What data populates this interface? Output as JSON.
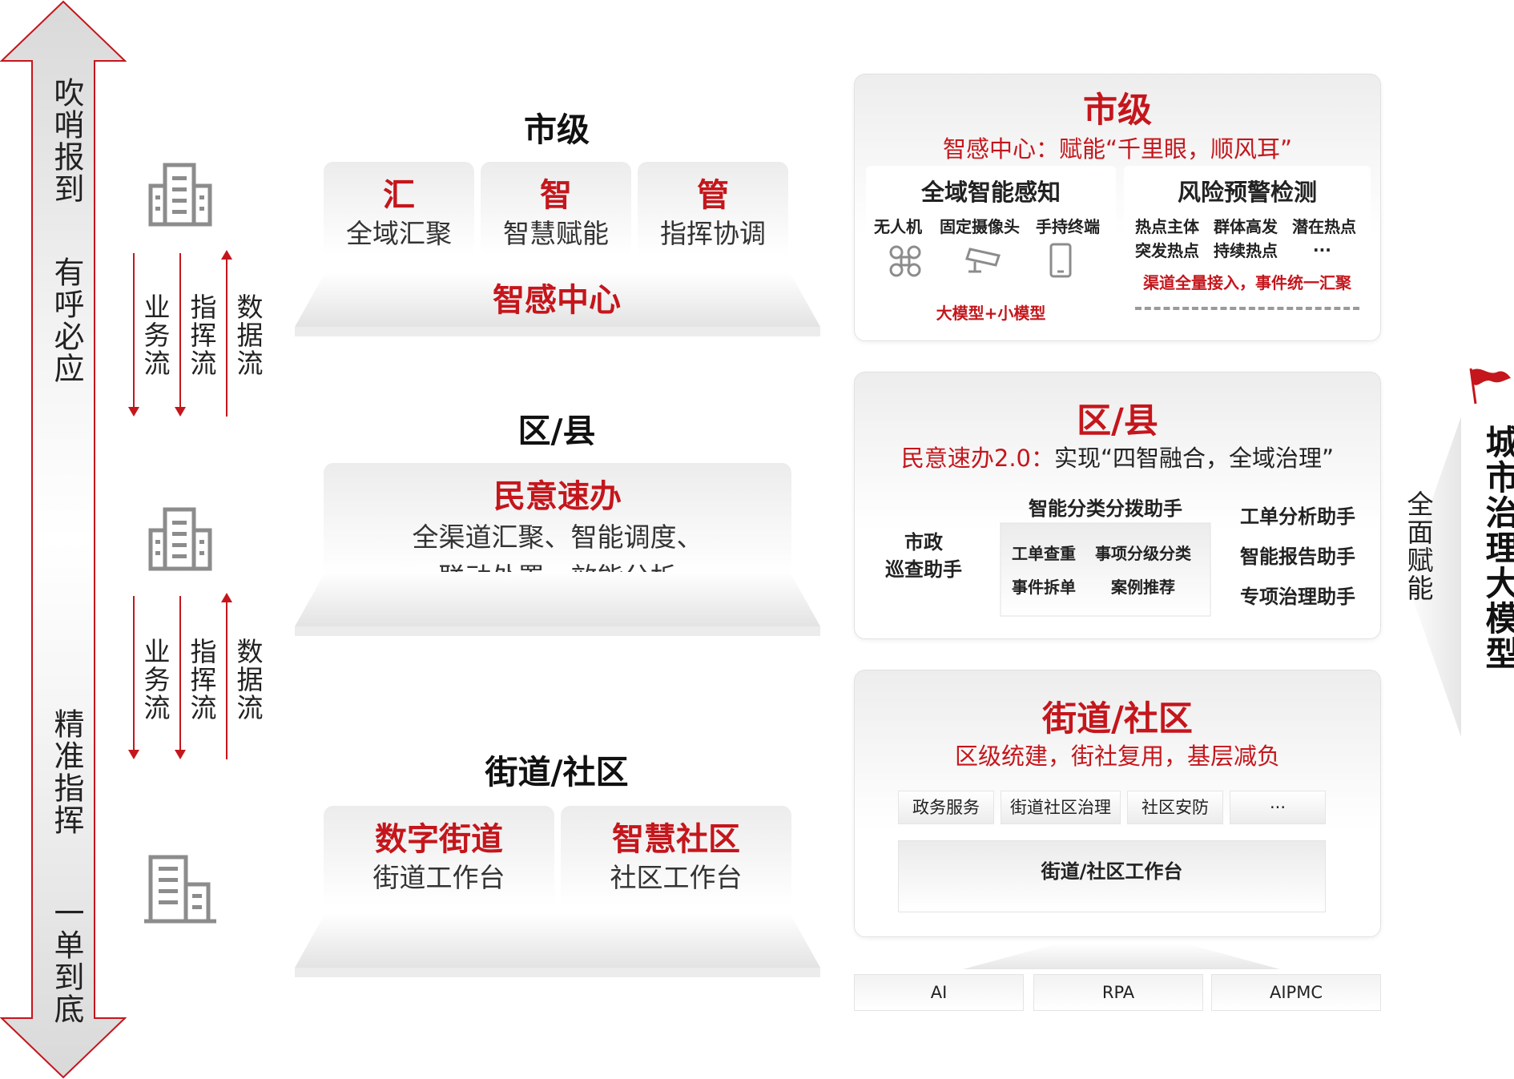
{
  "left_arrow": {
    "top_labels": [
      "吹哨报到",
      "有呼必应"
    ],
    "bottom_labels": [
      "精准指挥",
      "一单到底"
    ]
  },
  "flows": [
    "业务流",
    "指挥流",
    "数据流"
  ],
  "middle": {
    "city": {
      "title": "市级",
      "blocks": [
        {
          "head": "汇",
          "sub": "全域汇聚"
        },
        {
          "head": "智",
          "sub": "智慧赋能"
        },
        {
          "head": "管",
          "sub": "指挥协调"
        }
      ],
      "center": "智感中心"
    },
    "district": {
      "title": "区/县",
      "head": "民意速办",
      "line1": "全渠道汇聚、智能调度、",
      "line2": "联动处置、效能分析"
    },
    "street": {
      "title": "街道/社区",
      "blocks": [
        {
          "head": "数字街道",
          "sub": "街道工作台"
        },
        {
          "head": "智慧社区",
          "sub": "社区工作台"
        }
      ]
    }
  },
  "right": {
    "city": {
      "title": "市级",
      "subtitle": "智感中心：赋能“千里眼，顺风耳”",
      "left_box": {
        "title": "全域智能感知",
        "items": [
          "无人机",
          "固定摄像头",
          "手持终端"
        ],
        "icons": [
          "drone-icon",
          "camera-icon",
          "phone-icon"
        ],
        "footer": "大模型+小模型"
      },
      "right_box": {
        "title": "风险预警检测",
        "row1": [
          "热点主体",
          "群体高发",
          "潜在热点"
        ],
        "row2": [
          "突发热点",
          "持续热点",
          "..."
        ],
        "footer": "渠道全量接入，事件统一汇聚"
      }
    },
    "district": {
      "title": "区/县",
      "subtitle_red": "民意速办2.0",
      "subtitle_colon": "：",
      "subtitle_black": "实现“四智融合，全域治理”",
      "left_label_1": "市政",
      "left_label_2": "巡查助手",
      "center_title": "智能分类分拨助手",
      "center_items": [
        "工单查重",
        "事项分级分类",
        "事件拆单",
        "案例推荐"
      ],
      "right_items": [
        "工单分析助手",
        "智能报告助手",
        "专项治理助手"
      ]
    },
    "street": {
      "title": "街道/社区",
      "subtitle": "区级统建，街社复用，基层减负",
      "chips": [
        "政务服务",
        "街道社区治理",
        "社区安防",
        "···"
      ],
      "workbench": "街道/社区工作台"
    },
    "base": [
      "AI",
      "RPA",
      "AIPMC"
    ]
  },
  "right_side": {
    "main": "城市治理大模型",
    "sub": "全面赋能"
  },
  "colors": {
    "accent": "#c4161c",
    "text": "#222222",
    "gray": "#8c8c8c"
  }
}
